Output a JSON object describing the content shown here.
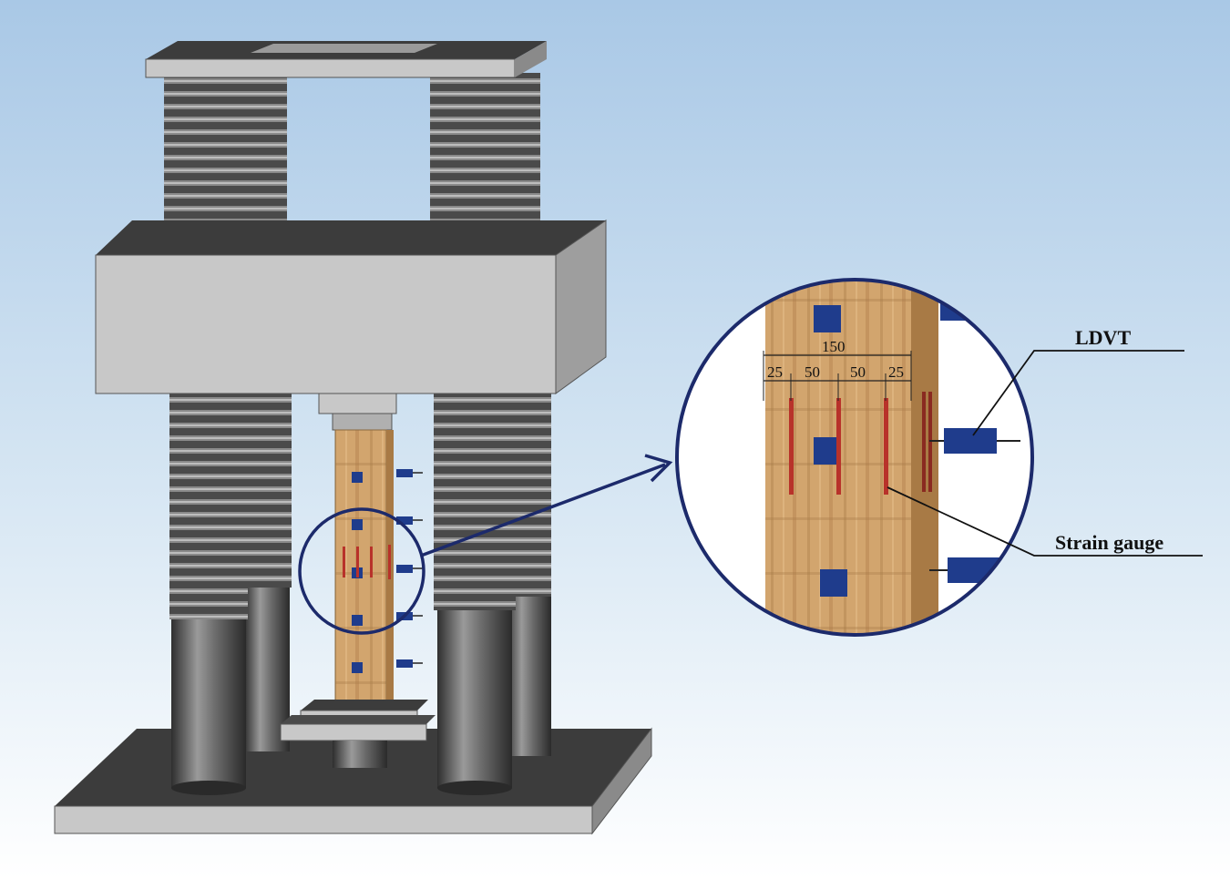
{
  "labels": {
    "ldvt": "LDVT",
    "strain_gauge": "Strain gauge"
  },
  "dimensions": {
    "total": "150",
    "segments": [
      "25",
      "50",
      "50",
      "25"
    ]
  },
  "colors": {
    "background_top": "#a9c8e6",
    "background_bottom": "#ffffff",
    "frame_gray": "#c8c8c8",
    "frame_dark": "#3c3c3c",
    "screw": "#555555",
    "wood": "#cfa06a",
    "sensor_blue": "#1f3c8c",
    "gauge_red": "#b8322a",
    "callout_navy": "#1c2a6b"
  }
}
